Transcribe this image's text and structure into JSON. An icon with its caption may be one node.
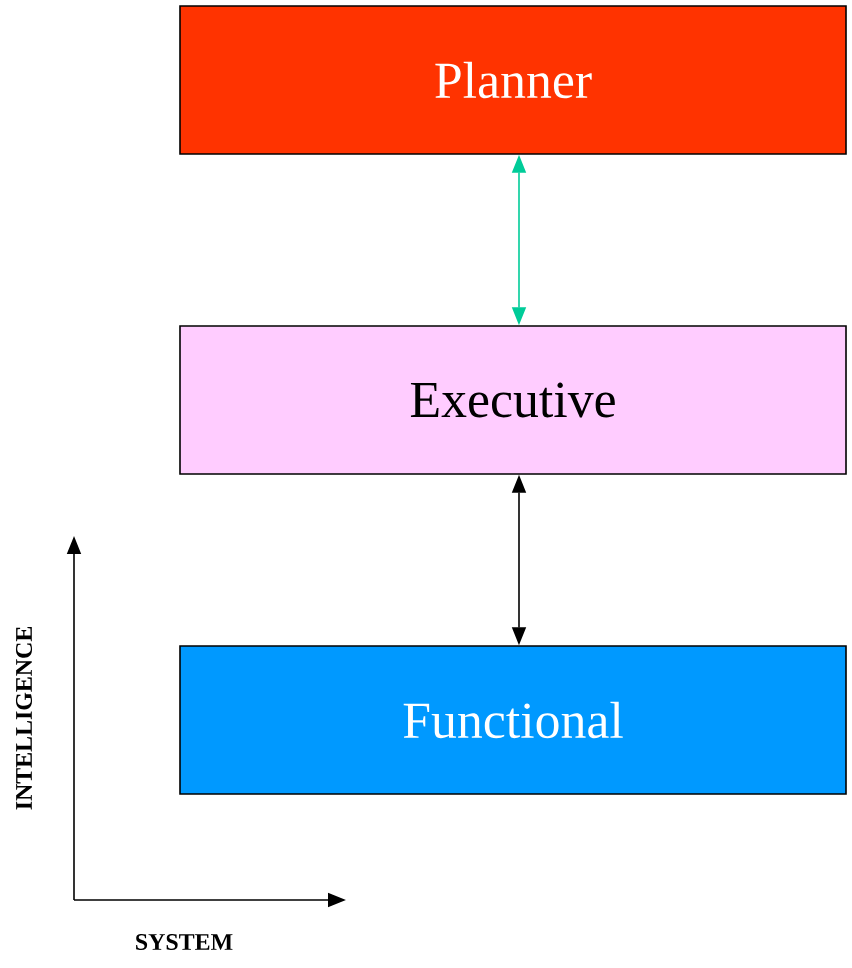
{
  "diagram": {
    "nodes": [
      {
        "text": [
          "Planner"
        ]
      },
      {
        "text": [
          "Executive"
        ]
      },
      {
        "text": [
          "Functional"
        ]
      }
    ],
    "edges": [
      {
        "from": 0,
        "to": 1,
        "arrow": "both",
        "color": "#00cc99"
      },
      {
        "from": 1,
        "to": 2,
        "arrow": "both",
        "color": "#000000"
      }
    ],
    "labels": [
      "INTELLIGENCE",
      "SYSTEM"
    ]
  }
}
